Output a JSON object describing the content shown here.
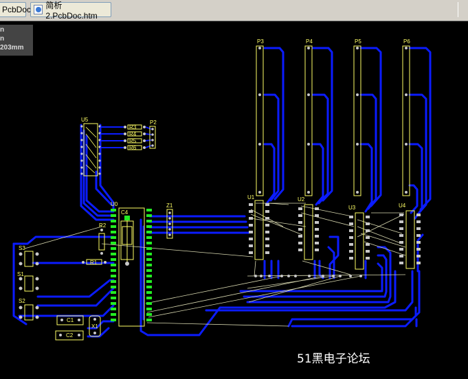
{
  "tabs": [
    {
      "label": "PcbDoc"
    },
    {
      "label": "简析2.PcbDoc.htm"
    }
  ],
  "hud": {
    "line1": "n",
    "line2": "n",
    "line3": "203mm"
  },
  "watermark": "51黑电子论坛",
  "designators": {
    "p3": "P3",
    "p4": "P4",
    "p5": "P5",
    "p6": "P6",
    "u1": "U1",
    "u2": "U2",
    "u3": "U3",
    "u4": "U4",
    "u5": "U5",
    "u0": "U0",
    "c4": "C4",
    "z1": "Z1",
    "p2": "P2",
    "r2": "R2",
    "r3": "R3",
    "r4": "R4",
    "r5": "R5",
    "r6": "R6",
    "rl": "R1",
    "s1": "S1",
    "s2": "S2",
    "s3": "S3",
    "c1": "C1",
    "c2": "C2",
    "x1": "X1"
  },
  "colors": {
    "board": "#000000",
    "track": "#0b1cff",
    "silk": "#ffff66",
    "pad": "#c8c8c8",
    "pad_green": "#22ee22",
    "ratsnest": "#d8d8b0",
    "tabbar": "#d4d0c8"
  }
}
